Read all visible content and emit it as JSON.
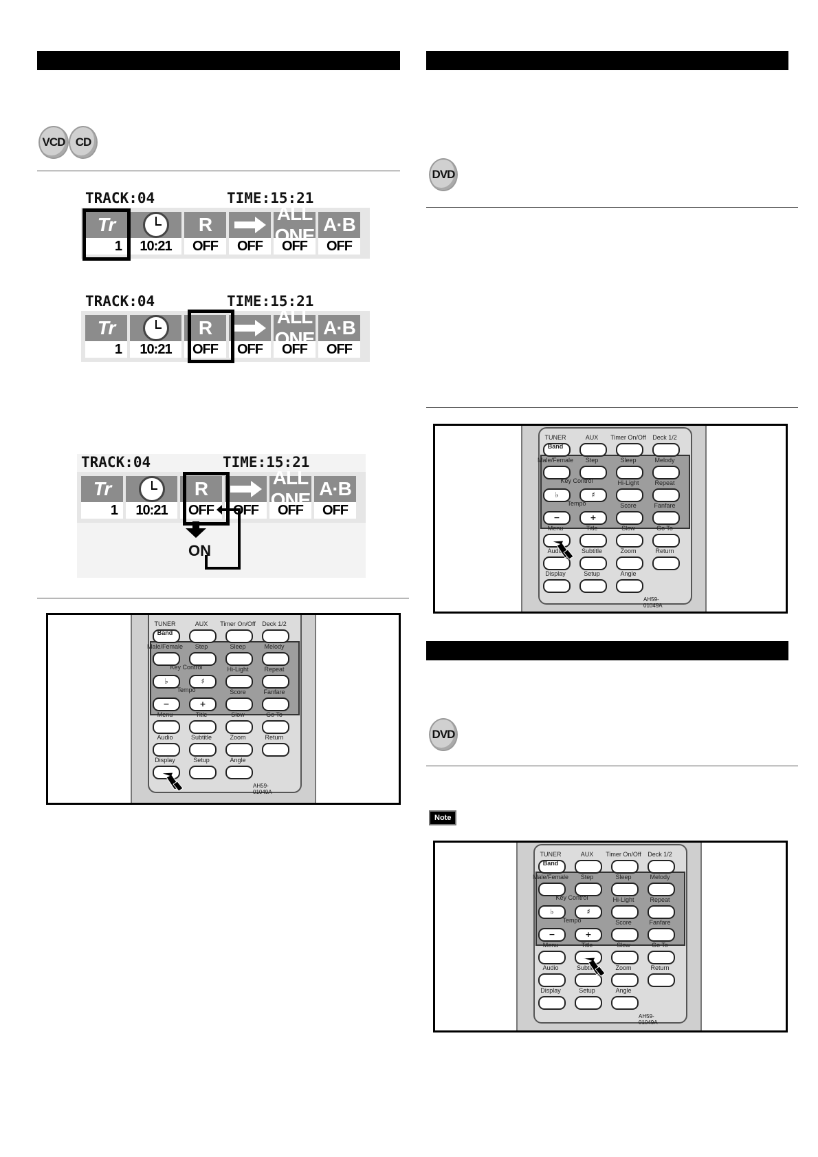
{
  "discs": {
    "left": [
      "VCD",
      "CD"
    ],
    "dvd1": "DVD",
    "dvd2": "DVD"
  },
  "note_label": "Note",
  "osd": {
    "track": "TRACK:04",
    "time": "TIME:15:21",
    "tr_icon": "Tr",
    "tr_value": "1",
    "clock_value": "10:21",
    "r_icon": "R",
    "r_value": "OFF",
    "arrow_value": "OFF",
    "allone_line1": "ALL",
    "allone_line2": "ONE",
    "allone_value": "OFF",
    "ab_icon": "A·B",
    "ab_value": "OFF",
    "on_label": "ON"
  },
  "remote": {
    "labels": {
      "tuner": "TUNER",
      "band": "Band",
      "aux": "AUX",
      "timer": "Timer On/Off",
      "deck": "Deck 1/2",
      "male_female": "Male/Female",
      "step": "Step",
      "sleep": "Sleep",
      "melody": "Melody",
      "key_control": "Key Control",
      "hilight": "Hi-Light",
      "repeat": "Repeat",
      "tempo": "Tempo",
      "score": "Score",
      "fanfare": "Fanfare",
      "menu": "Menu",
      "title": "Title",
      "slow": "Slow",
      "goto": "Go To",
      "audio": "Audio",
      "subtitle": "Subtitle",
      "zoom": "Zoom",
      "return": "Return",
      "display": "Display",
      "setup": "Setup",
      "angle": "Angle",
      "flat": "♭",
      "sharp": "♯",
      "minus": "−",
      "plus": "+",
      "model": "AH59-01049A"
    }
  },
  "colors": {
    "bar": "#000000",
    "osd_icon": "#8c8c8c",
    "remote_body": "#cfcfcf",
    "remote_group": "#9d9d9d"
  }
}
